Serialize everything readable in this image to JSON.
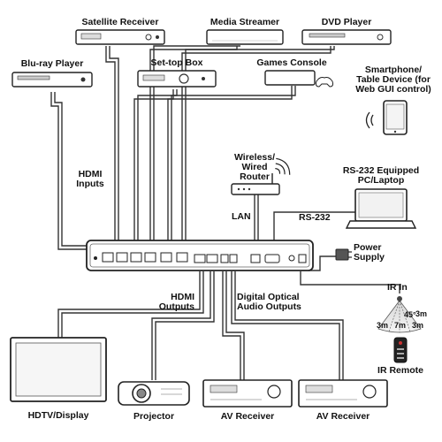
{
  "devices": {
    "satellite_receiver": "Satellite Receiver",
    "media_streamer": "Media Streamer",
    "dvd_player": "DVD Player",
    "bluray_player": "Blu-ray Player",
    "set_top_box": "Set-top Box",
    "games_console": "Games Console",
    "smartphone": [
      "Smartphone/",
      "Table Device (for",
      "Web GUI control)"
    ],
    "router": [
      "Wireless/",
      "Wired",
      "Router"
    ],
    "pc": [
      "RS-232 Equipped",
      "PC/Laptop"
    ],
    "power_supply": [
      "Power",
      "Supply"
    ],
    "hdtv": "HDTV/Display",
    "projector": "Projector",
    "av_receiver_1": "AV Receiver",
    "av_receiver_2": "AV Receiver",
    "ir_remote": "IR Remote"
  },
  "connections": {
    "hdmi_inputs": [
      "HDMI",
      "Inputs"
    ],
    "lan": "LAN",
    "rs232": "RS-232",
    "hdmi_outputs": [
      "HDMI",
      "Outputs"
    ],
    "digital_optical": [
      "Digital Optical",
      "Audio Outputs"
    ],
    "ir_in": "IR In"
  },
  "ir_range": {
    "angle": "45°",
    "distances": [
      "3m",
      "7m",
      "3m",
      "3m"
    ]
  },
  "colors": {
    "line": "#333333",
    "device_fill": "#ffffff",
    "device_dark": "#888888",
    "screen": "#f2f2f2"
  }
}
